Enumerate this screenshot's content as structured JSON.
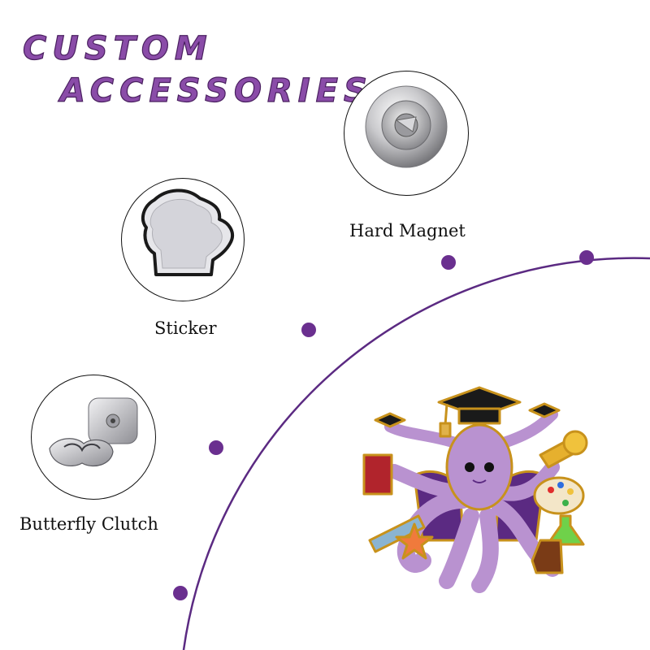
{
  "title": {
    "line1": "CUSTOM",
    "line2": "ACCESSORIES"
  },
  "accessories": [
    {
      "label": "Hard Magnet",
      "icon": "magnet-back-icon"
    },
    {
      "label": "Sticker",
      "icon": "sticker-icon"
    },
    {
      "label": "Butterfly Clutch",
      "icon": "butterfly-clutch-icon"
    }
  ],
  "product": {
    "icon": "octopus-graduate-pin-icon"
  },
  "colors": {
    "accent": "#8a4ca8",
    "arc": "#5b2a82",
    "octopus": "#b992d0"
  }
}
